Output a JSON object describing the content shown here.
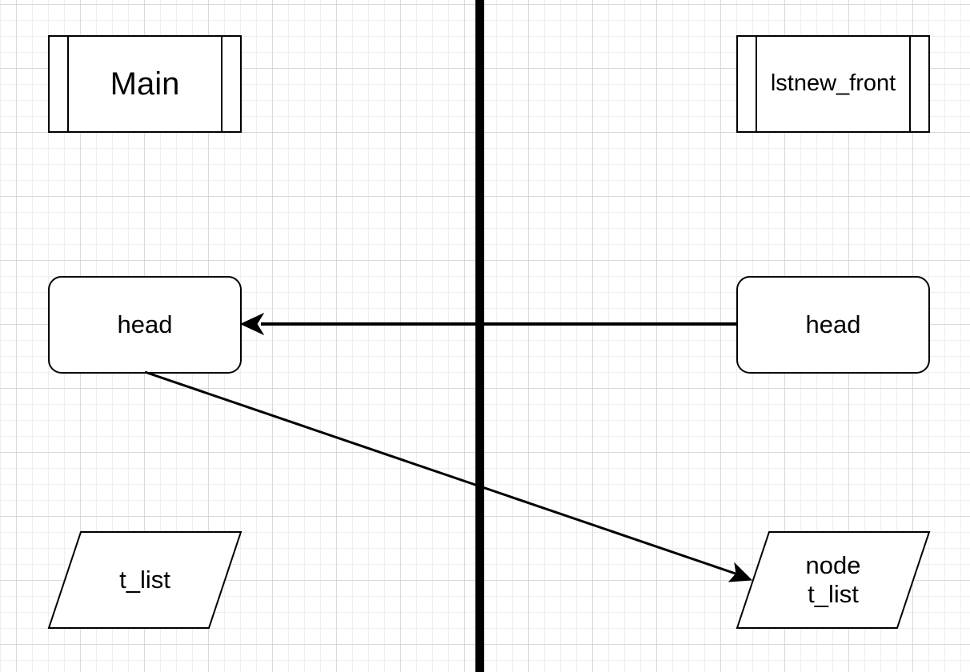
{
  "diagram": {
    "left_title": "Main",
    "right_title": "lstnew_front",
    "left_var": "head",
    "right_var": "head",
    "left_type": "t_list",
    "right_type": "node\nt_list"
  },
  "colors": {
    "stroke": "#000000",
    "fill": "#ffffff",
    "grid_major": "#d9d9d9",
    "grid_minor": "#eeeeee"
  }
}
